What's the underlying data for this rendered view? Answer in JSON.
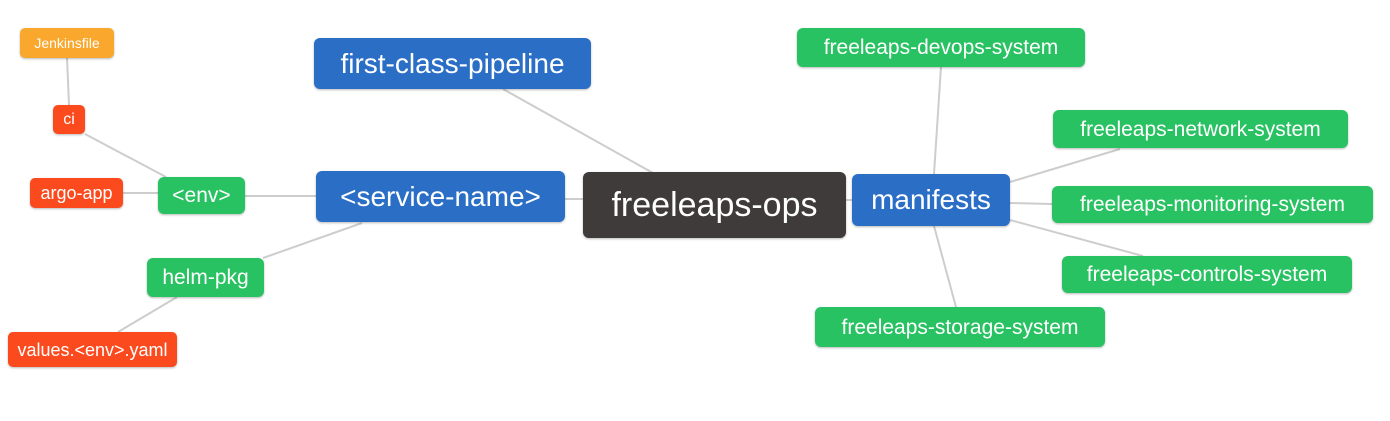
{
  "diagram": {
    "type": "mindmap",
    "palette": {
      "canvas_bg": "#ffffff",
      "root_bg": "#3f3b3a",
      "branch_bg": "#2a6ec6",
      "green_bg": "#29c262",
      "red_bg": "#fb4a1d",
      "orange_bg": "#f9a72d",
      "edge": "#cdcdcd",
      "text": "#ffffff"
    },
    "nodes": {
      "freeleaps_ops": {
        "label": "freeleaps-ops",
        "bg": "#3f3b3a"
      },
      "first_class_pipeline": {
        "label": "first-class-pipeline",
        "bg": "#2a6ec6"
      },
      "service_name": {
        "label": "<service-name>",
        "bg": "#2a6ec6"
      },
      "manifests": {
        "label": "manifests",
        "bg": "#2a6ec6"
      },
      "env": {
        "label": "<env>",
        "bg": "#29c262"
      },
      "helm_pkg": {
        "label": "helm-pkg",
        "bg": "#29c262"
      },
      "jenkinsfile": {
        "label": "Jenkinsfile",
        "bg": "#f9a72d"
      },
      "ci": {
        "label": "ci",
        "bg": "#fb4a1d"
      },
      "argo_app": {
        "label": "argo-app",
        "bg": "#fb4a1d"
      },
      "values_env_yaml": {
        "label": "values.<env>.yaml",
        "bg": "#fb4a1d"
      },
      "devops_system": {
        "label": "freeleaps-devops-system",
        "bg": "#29c262"
      },
      "network_system": {
        "label": "freeleaps-network-system",
        "bg": "#29c262"
      },
      "monitoring_system": {
        "label": "freeleaps-monitoring-system",
        "bg": "#29c262"
      },
      "controls_system": {
        "label": "freeleaps-controls-system",
        "bg": "#29c262"
      },
      "storage_system": {
        "label": "freeleaps-storage-system",
        "bg": "#29c262"
      }
    },
    "edges": [
      {
        "from": "jenkinsfile",
        "to": "ci"
      },
      {
        "from": "ci",
        "to": "env"
      },
      {
        "from": "argo_app",
        "to": "env"
      },
      {
        "from": "env",
        "to": "service_name"
      },
      {
        "from": "helm_pkg",
        "to": "service_name"
      },
      {
        "from": "values_env_yaml",
        "to": "helm_pkg"
      },
      {
        "from": "service_name",
        "to": "freeleaps_ops"
      },
      {
        "from": "first_class_pipeline",
        "to": "freeleaps_ops"
      },
      {
        "from": "freeleaps_ops",
        "to": "manifests"
      },
      {
        "from": "manifests",
        "to": "devops_system"
      },
      {
        "from": "manifests",
        "to": "network_system"
      },
      {
        "from": "manifests",
        "to": "monitoring_system"
      },
      {
        "from": "manifests",
        "to": "controls_system"
      },
      {
        "from": "manifests",
        "to": "storage_system"
      }
    ]
  }
}
